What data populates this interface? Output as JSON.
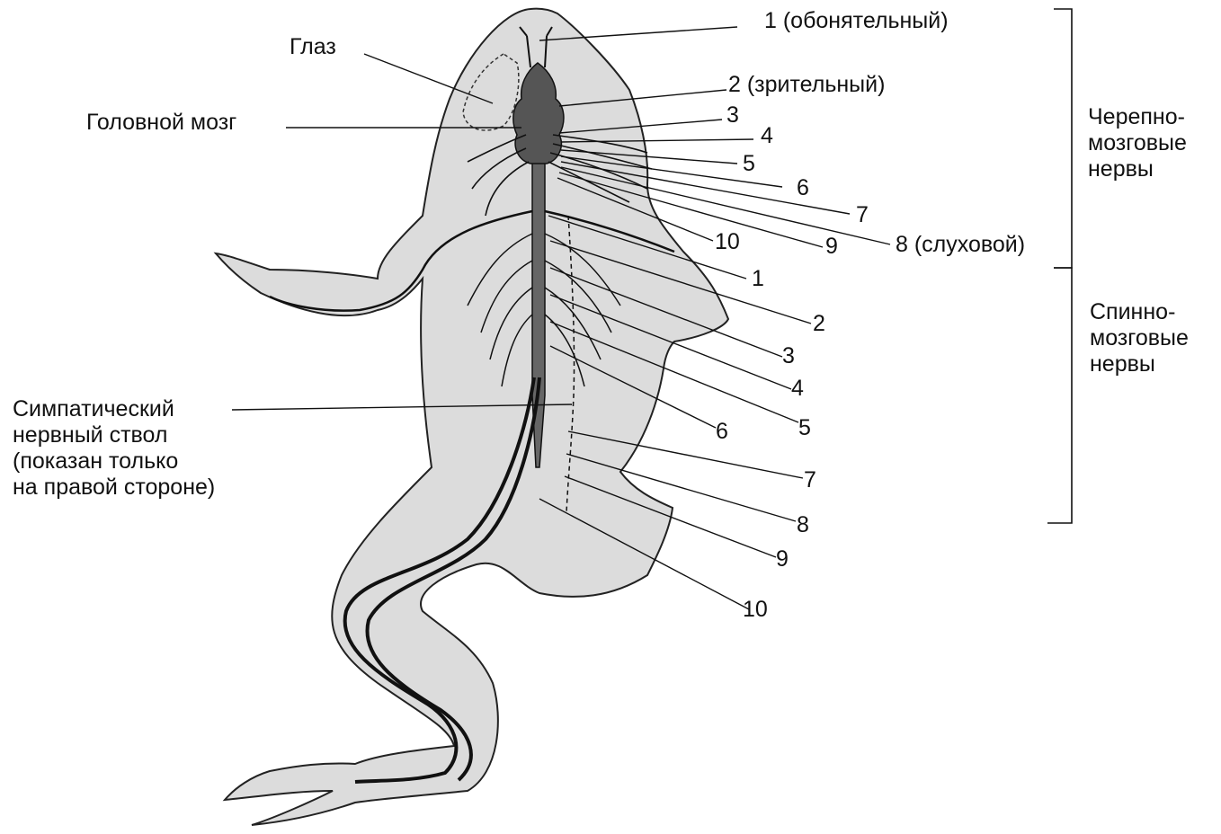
{
  "labels": {
    "eye": "Глаз",
    "brain": "Головной мозг",
    "cranial_1": "1 (обонятельный)",
    "cranial_2": "2 (зрительный)",
    "cranial_3": "3",
    "cranial_4": "4",
    "cranial_5": "5",
    "cranial_6": "6",
    "cranial_7": "7",
    "cranial_8": "8 (слуховой)",
    "cranial_9": "9",
    "cranial_10": "10",
    "spinal_1": "1",
    "spinal_2": "2",
    "spinal_3": "3",
    "spinal_4": "4",
    "spinal_5": "5",
    "spinal_6": "6",
    "spinal_7": "7",
    "spinal_8": "8",
    "spinal_9": "9",
    "spinal_10": "10",
    "sympathetic_trunk": "Симпатический\nнервный ствол\n(показан только\nна правой стороне)",
    "group_cranial": "Черепно-\nмозговые\nнервы",
    "group_spinal": "Спинно-\nмозговые\nнервы"
  },
  "colors": {
    "body_fill": "#dcdcdc",
    "outline": "#222222",
    "nerve": "#111111",
    "brain": "#555555"
  }
}
